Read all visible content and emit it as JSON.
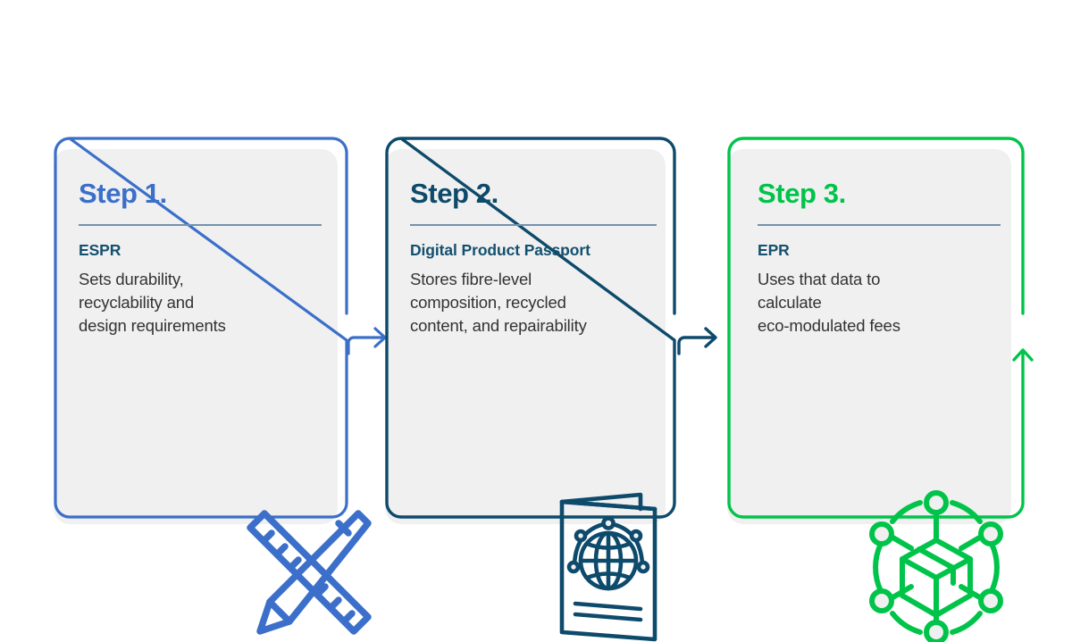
{
  "diagram": {
    "title": "ESPR to Digital Product Passport to EPR process flow",
    "background_color": "#ffffff",
    "card_fill_color": "#f0f0f0",
    "divider_color": "#7392ad",
    "subtitle_color": "#13506f",
    "body_text_color": "#333333"
  },
  "steps": [
    {
      "step_label": "Step 1.",
      "accent_color": "#3b6fc9",
      "subtitle": "ESPR",
      "body": "Sets durability,\nrecyclability and\ndesign requirements",
      "icon_name": "ruler-and-pencil-icon"
    },
    {
      "step_label": "Step 2.",
      "accent_color": "#0d4a6b",
      "subtitle": "Digital Product Passport",
      "body": "Stores fibre-level\ncomposition, recycled\ncontent, and repairability",
      "icon_name": "passport-globe-icon"
    },
    {
      "step_label": "Step 3.",
      "accent_color": "#00c44a",
      "subtitle": "EPR",
      "body": "Uses that data to\ncalculate\neco-modulated fees",
      "icon_name": "connected-cube-icon"
    }
  ],
  "connectors": [
    {
      "name": "arrow-step1-to-step2",
      "direction": "right",
      "color": "#3b6fc9"
    },
    {
      "name": "arrow-step2-to-step3",
      "direction": "right",
      "color": "#0d4a6b"
    },
    {
      "name": "arrow-step3-output",
      "direction": "up",
      "color": "#00c44a"
    }
  ]
}
